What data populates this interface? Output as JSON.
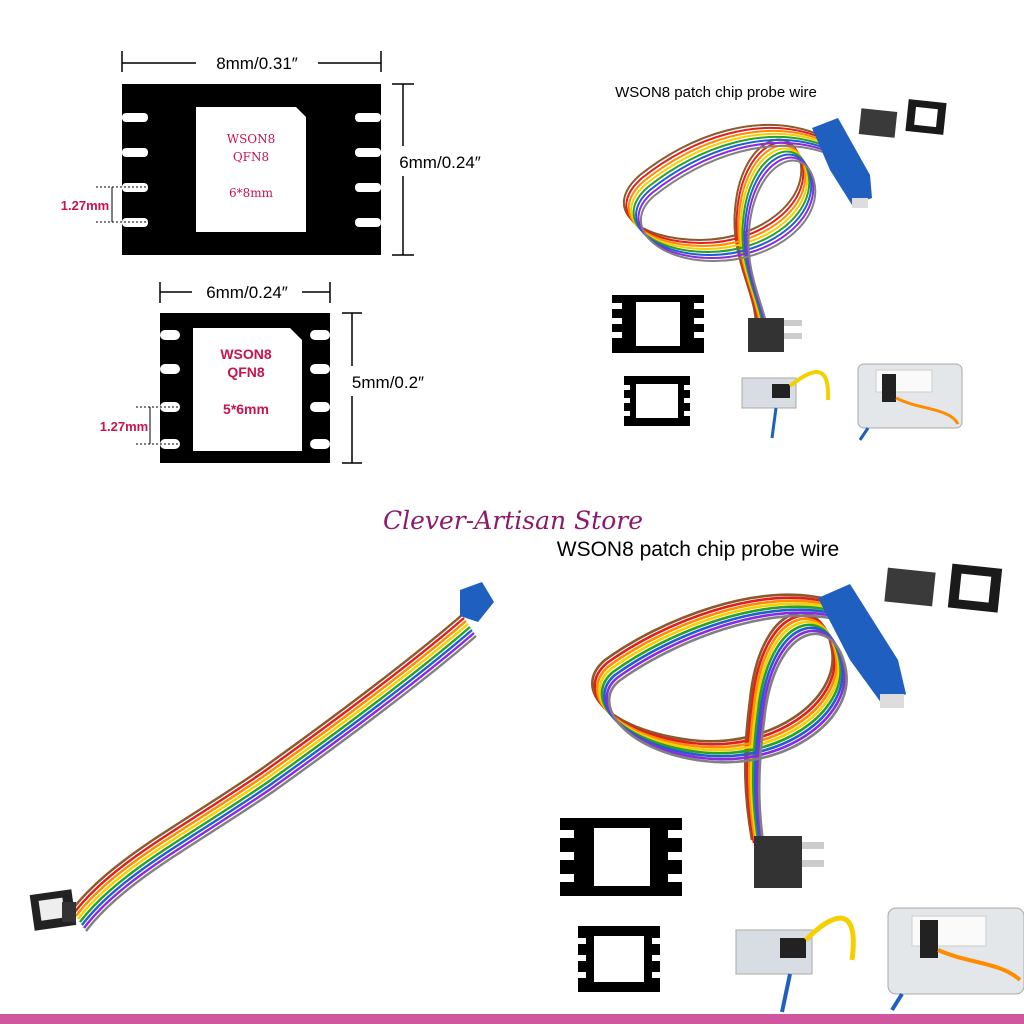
{
  "chip_large": {
    "width_label": "8mm/0.31″",
    "height_label": "6mm/0.24″",
    "pitch_label": "1.27mm",
    "pad_text": [
      "WSON8",
      "QFN8",
      "6*8mm"
    ]
  },
  "chip_small": {
    "width_label": "6mm/0.24″",
    "height_label": "5mm/0.2″",
    "pitch_label": "1.27mm",
    "pad_text": [
      "WSON8",
      "QFN8",
      "5*6mm"
    ]
  },
  "photo_top": {
    "caption": "WSON8 patch chip probe wire"
  },
  "photo_bottom": {
    "caption": "WSON8 patch chip probe wire"
  },
  "store": {
    "name": "Clever-Artisan Store"
  },
  "colors": {
    "chip_label": "#c8144b",
    "store_name": "#8b1a6b",
    "bottom_bar": "#d0569e",
    "probe_blue": "#1f5fbf"
  },
  "ribbon_colors": [
    "#8b5a2b",
    "#e02020",
    "#ff8c00",
    "#f5d000",
    "#2aa02a",
    "#1f5fd0",
    "#8a2be2",
    "#808080"
  ]
}
